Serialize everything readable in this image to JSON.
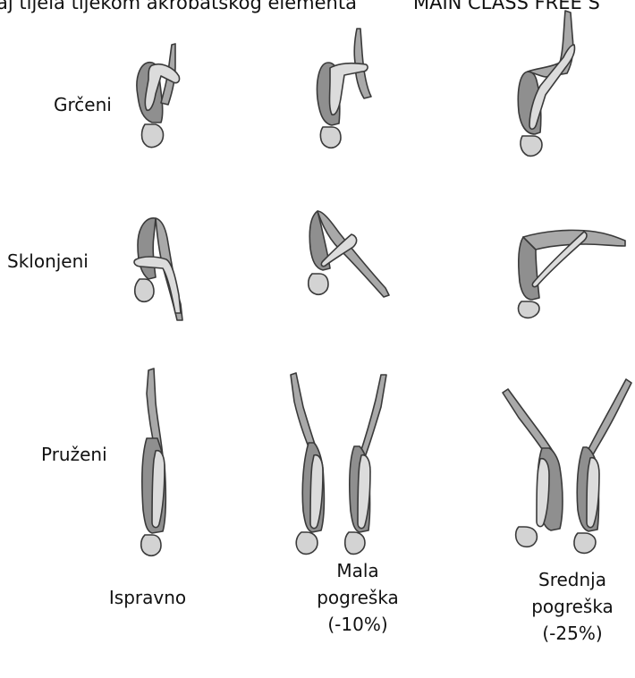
{
  "header": {
    "left": "aj tijela tijekom akrobatskog elementa",
    "right": "MAIN CLASS FREE S"
  },
  "rows": [
    {
      "label": "Grčeni"
    },
    {
      "label": "Sklonjeni"
    },
    {
      "label": "Pruženi"
    }
  ],
  "columns": [
    {
      "line1": "Ispravno",
      "line2": "",
      "line3": ""
    },
    {
      "line1": "Mala",
      "line2": "pogreška",
      "line3": "(-10%)"
    },
    {
      "line1": "Srednja",
      "line2": "pogreška",
      "line3": "(-25%)"
    }
  ],
  "figures": [
    {
      "position": "tuck",
      "level": "correct"
    },
    {
      "position": "tuck",
      "level": "small-error"
    },
    {
      "position": "tuck",
      "level": "medium-error"
    },
    {
      "position": "pike",
      "level": "correct"
    },
    {
      "position": "pike",
      "level": "small-error"
    },
    {
      "position": "pike",
      "level": "medium-error"
    },
    {
      "position": "layout",
      "level": "correct"
    },
    {
      "position": "layout",
      "level": "small-error"
    },
    {
      "position": "layout",
      "level": "medium-error"
    }
  ]
}
